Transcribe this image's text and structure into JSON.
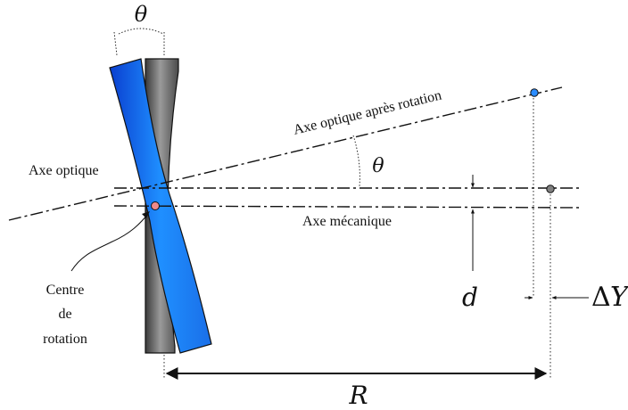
{
  "labels": {
    "theta_top": "θ",
    "theta_angle": "θ",
    "axe_optique": "Axe optique",
    "axe_optique_rotation": "Axe optique après rotation",
    "axe_mecanique": "Axe mécanique",
    "centre_line1": "Centre",
    "centre_line2": "de",
    "centre_line3": "rotation",
    "d": "d",
    "delta_y_symbol": "Δ",
    "delta_y_letter": "Y",
    "r": "R"
  },
  "colors": {
    "lens_rotated": "#1f8fff",
    "lens_rotated_dark": "#0a3fd0",
    "lens_fixed": "#8a8a8a",
    "lens_fixed_dark": "#2e2e2e",
    "rotation_center": "#f08a8a",
    "point_rotated": "#2a8cff",
    "point_mechanical": "#808080",
    "line": "#111111"
  }
}
